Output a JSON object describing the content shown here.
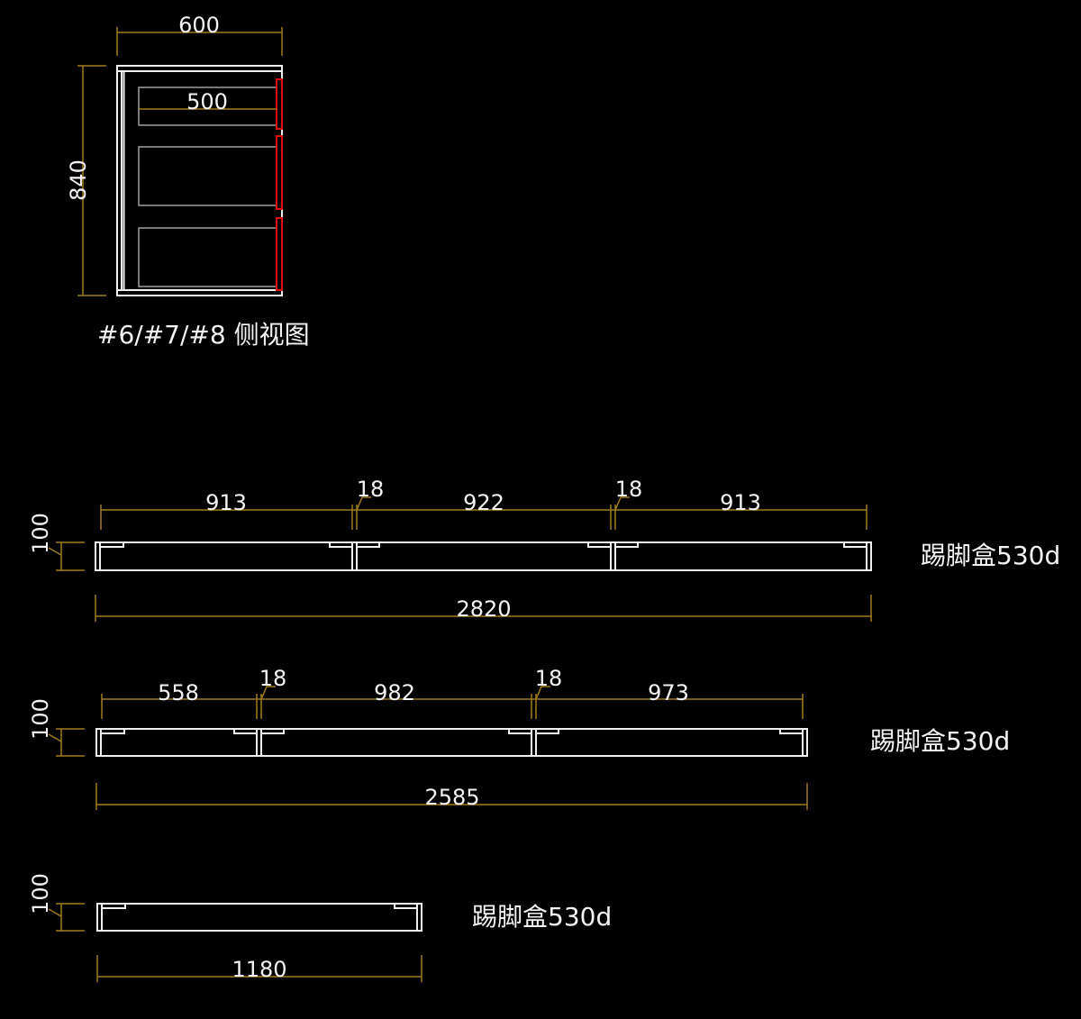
{
  "side_view": {
    "width_dim": "600",
    "height_dim": "840",
    "drawer_dim": "500",
    "caption": "#6/#7/#8 侧视图"
  },
  "plinths": [
    {
      "height_dim": "100",
      "segments": [
        "913",
        "18",
        "922",
        "18",
        "913"
      ],
      "total": "2820",
      "label": "踢脚盒530d"
    },
    {
      "height_dim": "100",
      "segments": [
        "558",
        "18",
        "982",
        "18",
        "973"
      ],
      "total": "2585",
      "label": "踢脚盒530d"
    },
    {
      "height_dim": "100",
      "total": "1180",
      "label": "踢脚盒530d"
    }
  ],
  "colors": {
    "background": "#000000",
    "geometry": "#f0f0f0",
    "dimension": "#a07c1c",
    "drawer_front": "#e01010"
  }
}
